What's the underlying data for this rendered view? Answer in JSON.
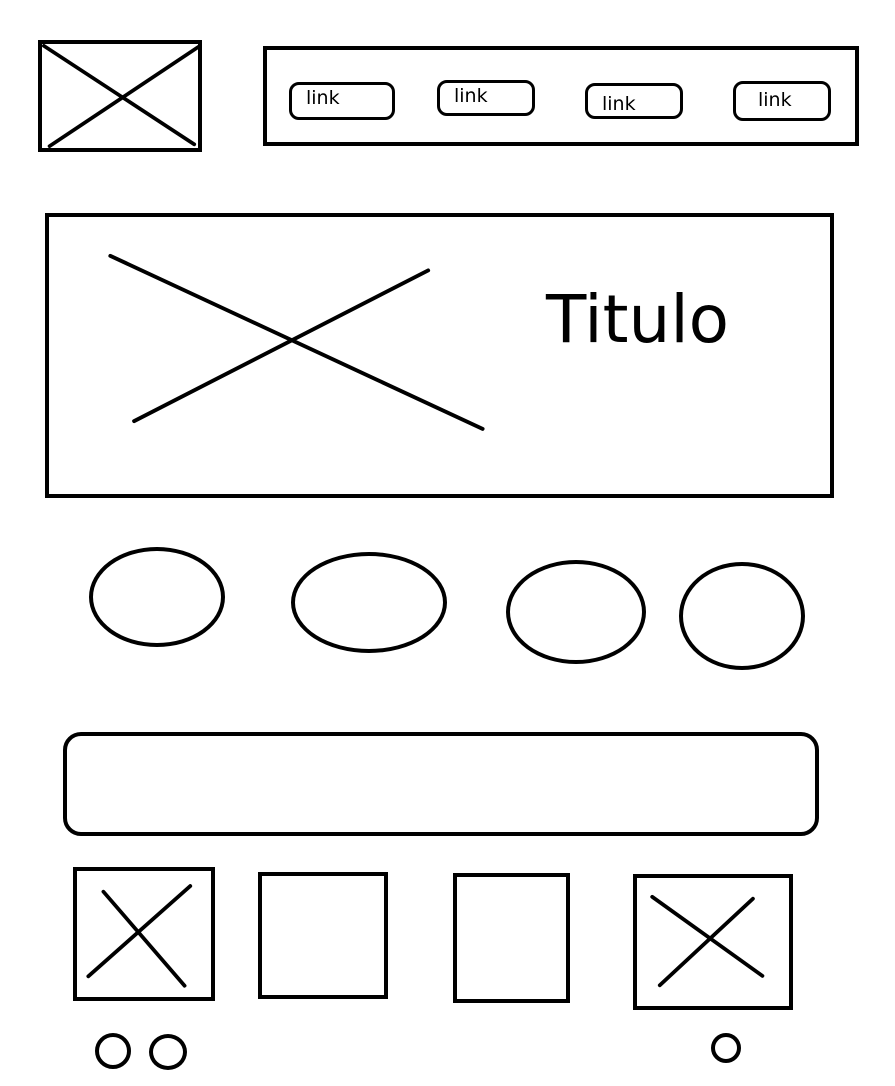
{
  "header": {
    "logo_icon": "image-placeholder-icon",
    "nav_links": [
      {
        "label": "link"
      },
      {
        "label": "link"
      },
      {
        "label": "link"
      },
      {
        "label": "link"
      }
    ]
  },
  "hero": {
    "image_icon": "image-placeholder-icon",
    "title": "Titulo"
  },
  "circles": {
    "count": 4
  },
  "cards": [
    {
      "image": true
    },
    {
      "image": false
    },
    {
      "image": false
    },
    {
      "image": true
    }
  ],
  "dots": {
    "count": 3
  }
}
